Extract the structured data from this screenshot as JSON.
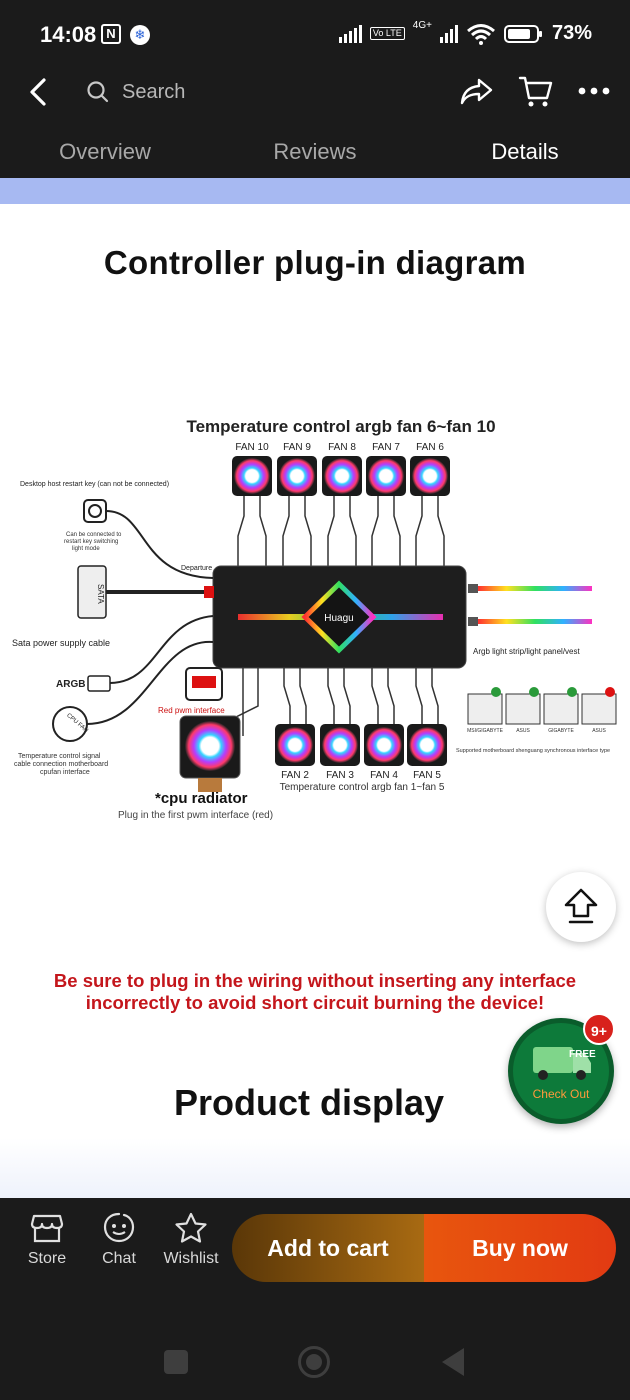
{
  "status_bar": {
    "time": "14:08",
    "nfc_glyph": "N",
    "network": "4G+",
    "volte": "Vo LTE",
    "battery": "73%"
  },
  "header": {
    "search_placeholder": "Search",
    "tabs": [
      {
        "label": "Overview",
        "active": false
      },
      {
        "label": "Reviews",
        "active": false
      },
      {
        "label": "Details",
        "active": true
      }
    ]
  },
  "content": {
    "heading_diagram": "Controller plug-in diagram",
    "diagram": {
      "top_title": "Temperature control argb fan 6~fan 10",
      "top_fans": [
        "FAN 10",
        "FAN 9",
        "FAN 8",
        "FAN 7",
        "FAN 6"
      ],
      "bottom_fans": [
        "FAN 2",
        "FAN 3",
        "FAN 4",
        "FAN 5"
      ],
      "bottom_title": "Temperature control argb fan 1~fan 5",
      "hub_brand": "Huagu",
      "departure": "Departure",
      "restart_key": "Desktop host restart key (can not be connected)",
      "restart_note_1": "Can be connected to",
      "restart_note_2": "restart key switching",
      "restart_note_3": "light mode",
      "sata_label": "SATA",
      "sata_cable": "Sata power supply cable",
      "argb": "ARGB",
      "cpu_fan_plug": "CPU FAN",
      "temp_signal_1": "Temperature control signal",
      "temp_signal_2": "cable connection motherboard",
      "temp_signal_3": "cpufan interface",
      "red_pwm": "Red pwm interface",
      "light_strip": "Argb light strip/light panel/vest",
      "cpu_radiator": "*cpu radiator",
      "cpu_note": "Plug in the first pwm interface (red)",
      "supported": "Supported motherboard shenguang synchronous interface type",
      "board_brands": [
        "MSI/GIGABYTE",
        "ASUS",
        "GIGABYTE",
        "ASUS"
      ]
    },
    "warning_line1": "Be sure to plug in the wiring without inserting any interface",
    "warning_line2": "incorrectly to avoid short circuit burning the device!",
    "heading_product": "Product display"
  },
  "floating": {
    "checkout_label": "Check Out",
    "free_label": "FREE",
    "badge": "9+"
  },
  "action_bar": {
    "store": "Store",
    "chat": "Chat",
    "wishlist": "Wishlist",
    "add_to_cart": "Add to cart",
    "buy_now": "Buy now"
  },
  "colors": {
    "accent_orange": "#e8560e",
    "cart_brown": "#a86a12",
    "checkout_green": "#0d7a3a",
    "warning_red": "#c4161c",
    "blue_band": "#a7b9f2"
  }
}
